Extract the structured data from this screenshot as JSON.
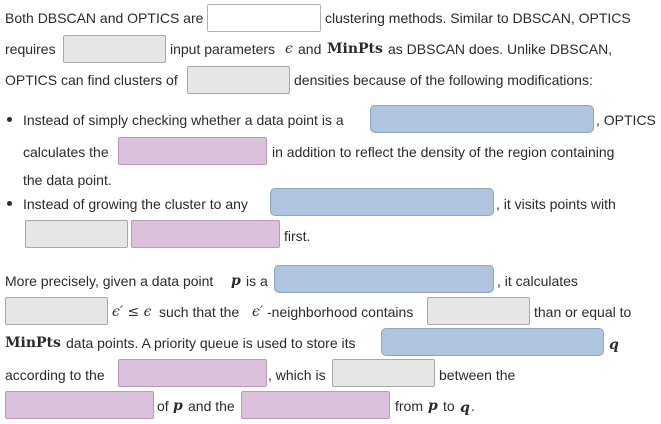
{
  "intro": {
    "line1_a": "Both DBSCAN and OPTICS are",
    "line1_b": "clustering methods. Similar to DBSCAN, OPTICS",
    "line2_a": "requires",
    "line2_b": "input parameters",
    "line2_eps": "ϵ",
    "line2_and": "and",
    "line2_minpts": "MinPts",
    "line2_c": "as DBSCAN does. Unlike DBSCAN,",
    "line3_a": "OPTICS can find clusters of",
    "line3_b": "densities because of the following modifications:"
  },
  "bullets": {
    "b1_a": "Instead of simply checking whether a data point is a",
    "b1_b": ", OPTICS",
    "b1_c": "calculates the",
    "b1_d": "in addition to reflect the density of the region containing",
    "b1_e": "the data point.",
    "b2_a": "Instead of growing the cluster to any",
    "b2_b": ", it visits points with",
    "b2_c": "first."
  },
  "para": {
    "p1_a": "More precisely, given a data point",
    "p1_p": "p",
    "p1_isa": "is a",
    "p1_b": ", it calculates",
    "p2_eps": "ϵ′ ≤ ϵ",
    "p2_a": "such that the",
    "p2_eps2": "ϵ′",
    "p2_b": "-neighborhood contains",
    "p2_c": "than or equal to",
    "p3_minpts": "MinPts",
    "p3_a": "data points. A priority queue is used to store its",
    "p3_q": "q",
    "p4_a": "according to the",
    "p4_b": ", which is",
    "p4_c": "between the",
    "p5_of": "of",
    "p5_p": "p",
    "p5_and": "and the",
    "p5_from": "from",
    "p5_p2": "p",
    "p5_to": "to",
    "p5_q": "q",
    "p5_dot": "."
  },
  "blanks": {
    "b1": "",
    "b2": "",
    "b3": "",
    "b4": "",
    "b5": "",
    "b6": "",
    "b7": "",
    "b8": "",
    "b9": "",
    "b10": "",
    "b11": "",
    "b12": "",
    "b13": "",
    "b14": "",
    "b15": "",
    "b16": "",
    "b17": "",
    "b18": ""
  },
  "colors": {
    "gray": "#e6e6e6",
    "blue": "#afc5df",
    "pink": "#dcc1dd",
    "white": "#ffffff"
  }
}
